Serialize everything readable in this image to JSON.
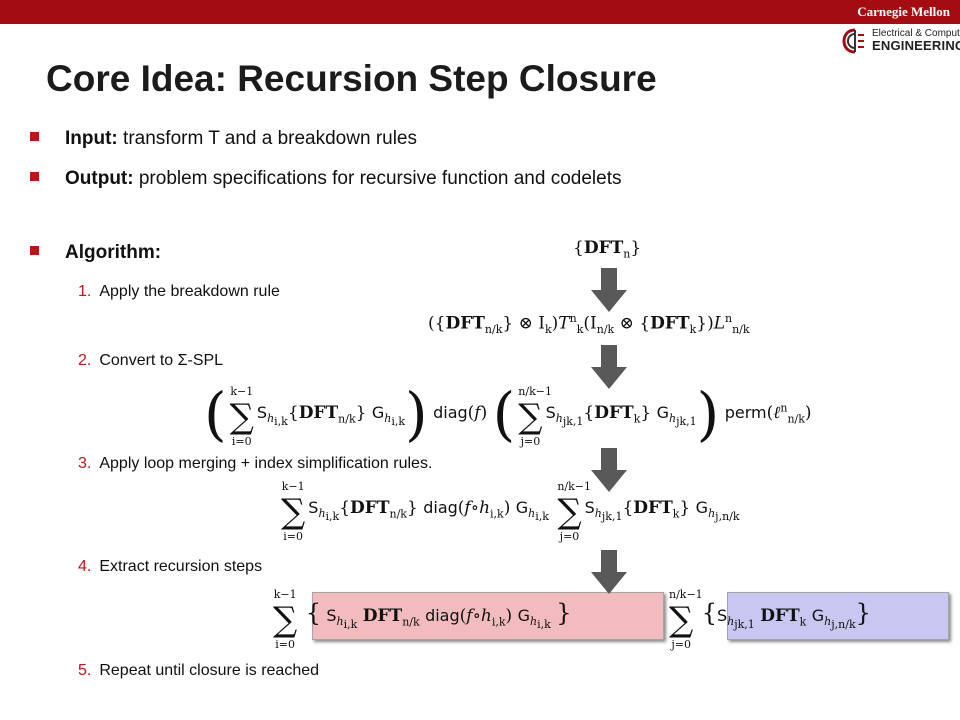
{
  "header": {
    "university": "Carnegie Mellon",
    "logo_line1": "Electrical & Computer",
    "logo_line2": "ENGINEERING",
    "colors": {
      "bar": "#a30d12",
      "bullet": "#c0141b"
    }
  },
  "slide": {
    "title": "Core Idea: Recursion Step Closure",
    "bullets": [
      {
        "label": "Input:",
        "text": " transform T and a breakdown rules"
      },
      {
        "label": "Output:",
        "text": " problem specifications for recursive function and codelets"
      },
      {
        "label": "Algorithm:",
        "text": ""
      }
    ],
    "steps": [
      {
        "num": "1.",
        "text": "Apply the breakdown rule"
      },
      {
        "num": "2.",
        "text": "Convert to Σ-SPL"
      },
      {
        "num": "3.",
        "text": "Apply loop merging + index simplification rules."
      },
      {
        "num": "4.",
        "text": "Extract recursion steps"
      },
      {
        "num": "5.",
        "text": "Repeat until closure is reached"
      }
    ]
  },
  "formulas": {
    "dft": "DFT",
    "diag": "diag",
    "perm": "perm",
    "f0_sub": "n",
    "f1": {
      "sub_nk": "n/k",
      "ik": "I",
      "k": "k",
      "t_sup": "n",
      "t_sub": "k",
      "l_sup": "n",
      "l_sub": "n/k"
    },
    "sum_outer": {
      "upper": "k−1",
      "lower": "i=0"
    },
    "sum_inner": {
      "upper": "n/k−1",
      "lower": "j=0"
    },
    "s_hik": "h",
    "idx_ik": "i,k",
    "idx_jk1": "jk,1",
    "idx_jnk": "j,n/k",
    "f": "f",
    "ell": "ℓ"
  },
  "arrow_icon": "down-arrow-icon"
}
